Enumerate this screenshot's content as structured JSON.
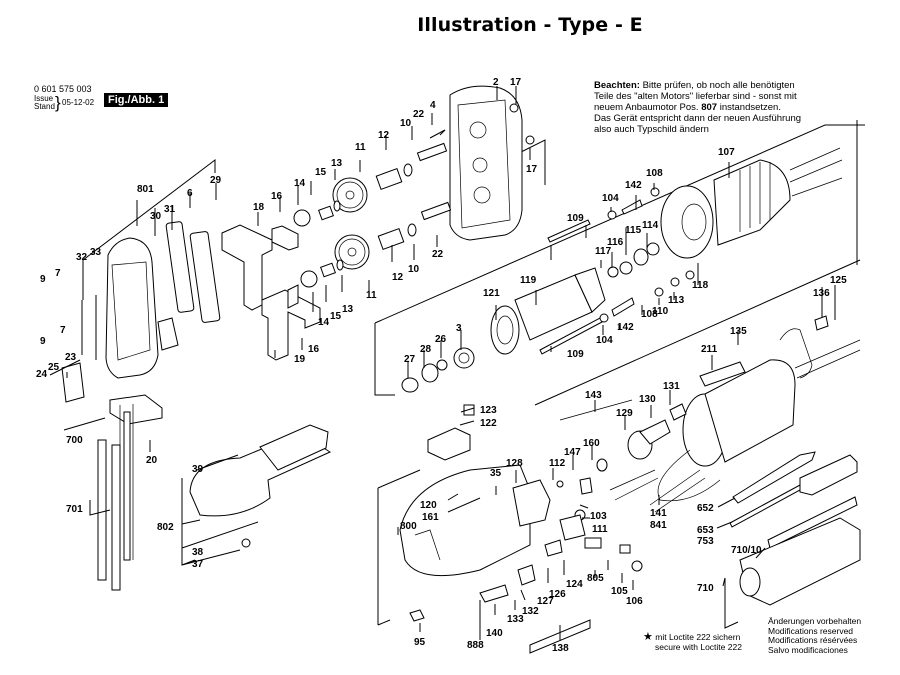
{
  "header": {
    "title": "Illustration - Type - E",
    "part_number": "0 601 575 003",
    "issue_label_1": "Issue",
    "issue_label_2": "Stand",
    "issue_date": "05-12-02",
    "figure_label": "Fig./Abb. 1"
  },
  "note": {
    "heading": "Beachten:",
    "line1_rest": " Bitte prüfen, ob noch alle benötigten",
    "line2": "Teile des \"alten Motors\" lieferbar sind - sonst mit",
    "line3_pre": "neuem Anbaumotor Pos. ",
    "line3_bold": "807",
    "line3_post": " instandsetzen.",
    "line4": "Das Gerät entspricht dann der neuen Ausführung",
    "line5": "also auch Typschild ändern"
  },
  "loctite": {
    "symbol": "★",
    "line1": "mit Loctite 222 sichern",
    "line2": "secure with Loctite 222"
  },
  "modifications": [
    "Änderungen vorbehalten",
    "Modifications reserved",
    "Modifications résérvées",
    "Salvo modificaciones"
  ],
  "callouts": {
    "c2": "2",
    "c17a": "17",
    "c17b": "17",
    "c4": "4",
    "c22a": "22",
    "c22b": "22",
    "c10a": "10",
    "c10b": "10",
    "c12a": "12",
    "c12b": "12",
    "c11a": "11",
    "c11b": "11",
    "c13a": "13",
    "c13b": "13",
    "c15a": "15",
    "c15b": "15",
    "c14a": "14",
    "c14b": "14",
    "c16a": "16",
    "c16b": "16",
    "c18": "18",
    "c19": "19",
    "c29": "29",
    "c6": "6",
    "c801": "801",
    "c30": "30",
    "c31": "31",
    "c32": "32",
    "c33": "33",
    "c9a": "9",
    "c9b": "9",
    "c7a": "7",
    "c7b": "7",
    "c23": "23",
    "c24": "24",
    "c25": "25",
    "c700": "700",
    "c20": "20",
    "c701": "701",
    "c39": "39",
    "c802": "802",
    "c38": "38",
    "c37": "37",
    "c107": "107",
    "c108a": "108",
    "c108b": "108",
    "c142a": "142",
    "c142b": "142",
    "c104a": "104",
    "c104b": "104",
    "c109a": "109",
    "c109b": "109",
    "c114": "114",
    "c115": "115",
    "c116": "116",
    "c117": "117",
    "c118": "118",
    "c119": "119",
    "c121": "121",
    "c3": "3",
    "c26": "26",
    "c28": "28",
    "c27": "27",
    "c110": "110",
    "c113": "113",
    "c125": "125",
    "c136": "136",
    "c135": "135",
    "c211": "211",
    "c131": "131",
    "c130": "130",
    "c129": "129",
    "c143": "143",
    "c160": "160",
    "c147": "147",
    "c112": "112",
    "c123": "123",
    "c122": "122",
    "c128": "128",
    "c35": "35",
    "c120": "120",
    "c161": "161",
    "c800": "800",
    "c103": "103",
    "c111": "111",
    "c141": "141",
    "c841": "841",
    "c124": "124",
    "c126": "126",
    "c127": "127",
    "c805": "805",
    "c105": "105",
    "c106": "106",
    "c132": "132",
    "c133": "133",
    "c140": "140",
    "c888": "888",
    "c95": "95",
    "c138": "138",
    "c652": "652",
    "c653": "653",
    "c753": "753",
    "c710_10": "710/10",
    "c710": "710"
  }
}
